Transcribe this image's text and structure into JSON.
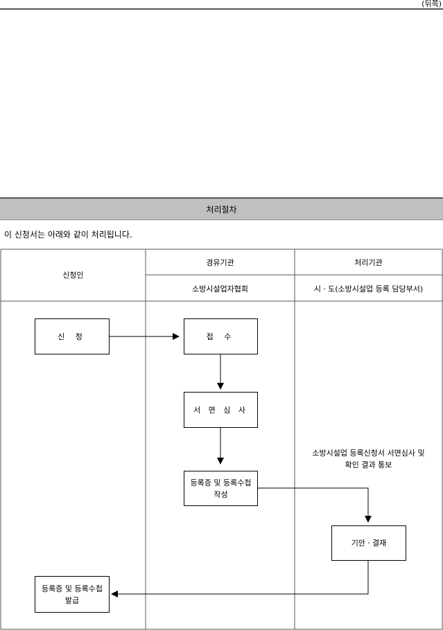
{
  "page_side": "(뒤쪽)",
  "section_title": "처리절차",
  "intro": "이 신청서는 아래와 같이 처리됩니다.",
  "table": {
    "col_applicant": "신청인",
    "col_intermediary": "경유기관",
    "col_processor": "처리기관",
    "intermediary_name": "소방시설업자협회",
    "processor_name": "시ㆍ도(소방시설업 등록 담당부서)"
  },
  "steps": {
    "apply": "신 청",
    "receive": "접 수",
    "review": "서 면 심 사",
    "write_line1": "등록증 및 등록수첩",
    "write_line2": "작성",
    "approve": "기안ㆍ결재",
    "issue_line1": "등록증 및 등록수첩",
    "issue_line2": "발급"
  },
  "note_line1": "소방시설업 등록신청서 서면심사 및",
  "note_line2": "확인 결과 통보"
}
